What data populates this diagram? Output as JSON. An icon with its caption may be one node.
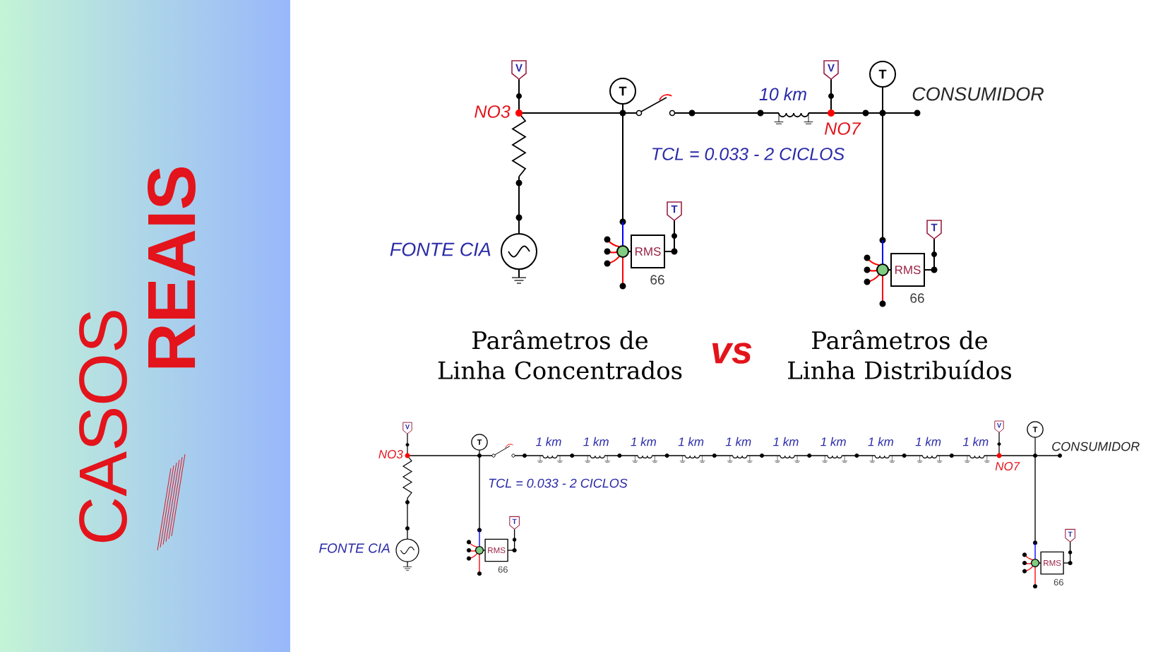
{
  "diagram": {
    "labels": [
      "CASOS",
      "REAIS",
      "V",
      "T",
      "10 km",
      "V",
      "T",
      "CONSUMIDOR",
      "NO3",
      "NO7",
      "TCL = 0.033 - 2 CICLOS",
      "T",
      "T",
      "FONTE CIA",
      "RMS",
      "RMS",
      "66",
      "66",
      "Parâmetros de Linha Concentrados",
      "vs",
      "Parâmetros de Linha Distribuídos",
      "V",
      "T",
      "1 km",
      "1 km",
      "1 km",
      "1 km",
      "1 km",
      "1 km",
      "1 km",
      "1 km",
      "1 km",
      "1 km",
      "V",
      "T",
      "CONSUMIDOR",
      "NO3",
      "NO7",
      "TCL = 0.033 - 2 CICLOS",
      "T",
      "T",
      "FONTE CIA",
      "RMS",
      "RMS",
      "66",
      "66"
    ]
  }
}
